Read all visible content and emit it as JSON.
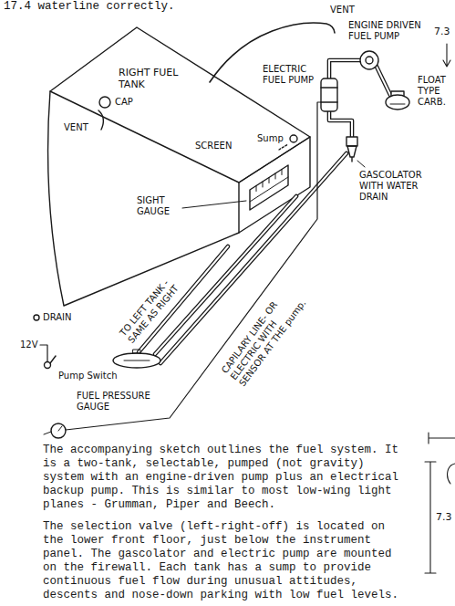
{
  "diagram": {
    "labels": [
      "17.4 waterline correctly.",
      "7.3",
      "VENT",
      "ENGINE DRIVEN FUEL PUMP",
      "RIGHT FUEL TANK",
      "ELECTRIC FUEL PUMP",
      "FLOAT TYPE CARB.",
      "CAP",
      "VENT",
      "Sump",
      "SCREEN",
      "SIGHT GAUGE",
      "TO LEFT TANK - SAME AS RIGHT",
      "GASCOLATOR WITH WATER DRAIN",
      "DRAIN",
      "CAPILARY LINE- OR ELECTRIC WITH SENSOR AT THE pump.",
      "12V",
      "Pump Switch",
      "FUEL PRESSURE GAUGE",
      "The accompanying sketch outlines the fuel system. It is a two-tank, selectable, pumped (not gravity) system with an engine-driven pump plus an electrical backup pump. This is similar to most low-wing light planes - Grumman, Piper and Beech.",
      "The selection valve (left-right-off) is located on the lower front floor, just below the instrument panel. The gascolator and electric pump are mounted on the firewall. Each tank has a sump to provide continuous fuel flow during unusual attitudes, descents and nose-down parking with low fuel levels.",
      "7.3"
    ]
  }
}
